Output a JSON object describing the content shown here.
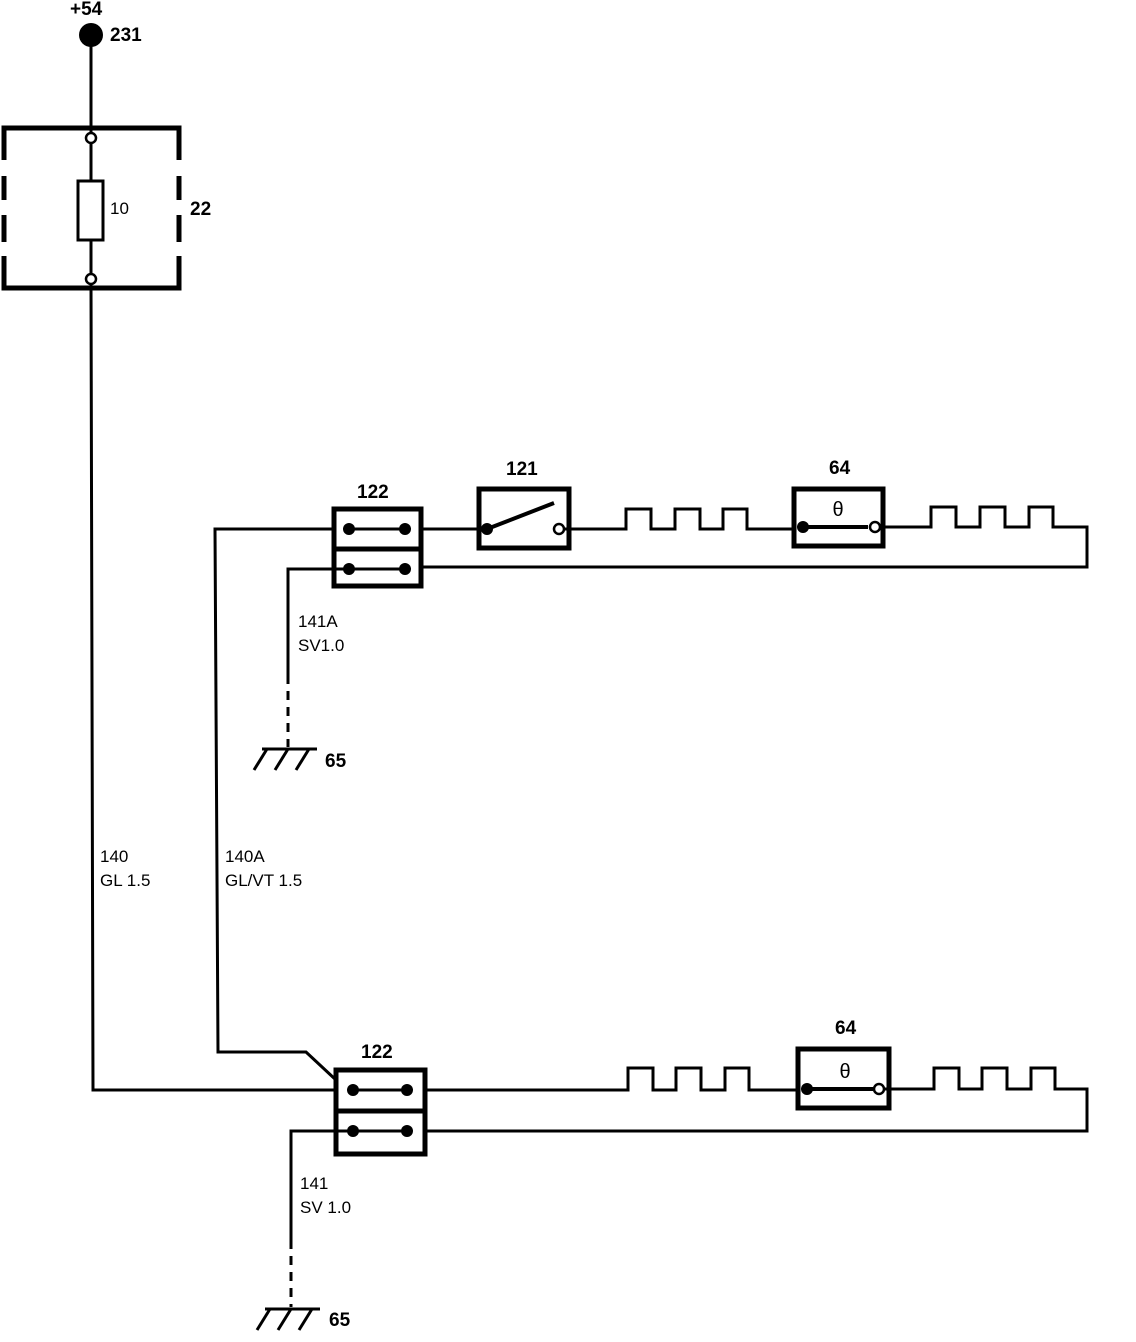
{
  "supply": {
    "terminal": "+54",
    "node": "231"
  },
  "fuse_box": {
    "id": "22",
    "fuse_rating": "10"
  },
  "wires": {
    "w140": {
      "id": "140",
      "spec": "GL 1.5"
    },
    "w140a": {
      "id": "140A",
      "spec": "GL/VT 1.5"
    },
    "w141a": {
      "id": "141A",
      "spec": "SV1.0"
    },
    "w141": {
      "id": "141",
      "spec": "SV 1.0"
    }
  },
  "upper_circuit": {
    "connector": "122",
    "switch": "121",
    "thermostat": "64",
    "thermostat_symbol": "θ",
    "ground": "65"
  },
  "lower_circuit": {
    "connector": "122",
    "thermostat": "64",
    "thermostat_symbol": "θ",
    "ground": "65"
  }
}
